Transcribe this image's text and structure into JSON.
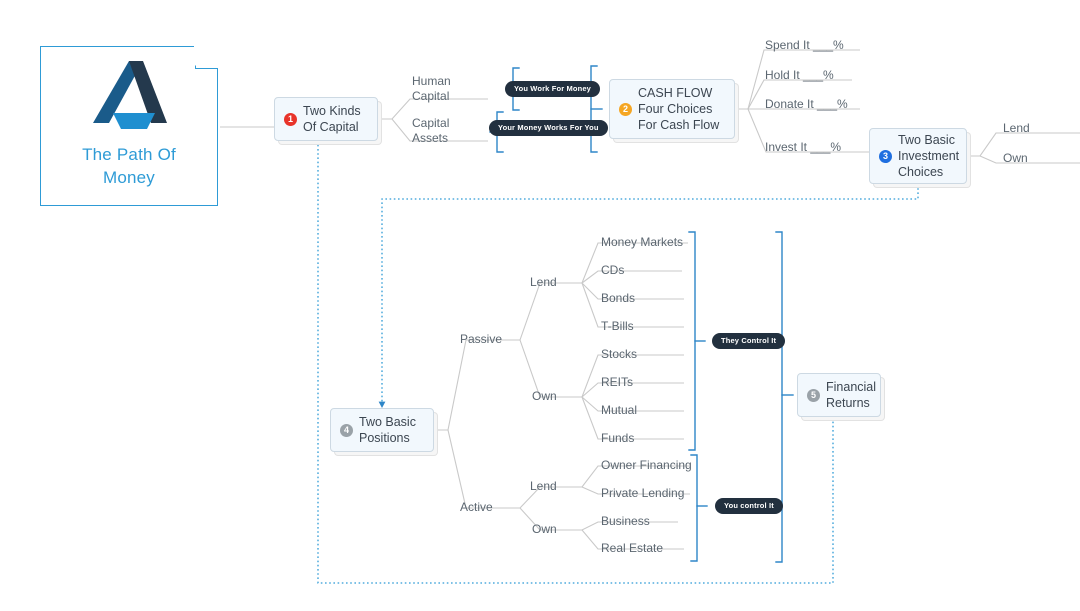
{
  "diagram": {
    "title": "The Path Of Money",
    "type": "mindmap",
    "colors": {
      "accent_blue": "#2e9bd6",
      "bracket_blue": "#2e86c8",
      "line_gray": "#c9c9c9",
      "text_gray": "#5b6670",
      "node_fill": "#f2f8fd",
      "node_border": "#cdd9e3",
      "chip_dark": "#22303f",
      "badge_red": "#e8342a",
      "badge_orange": "#f5a623",
      "badge_blue": "#1f6fe0",
      "badge_gray": "#9aa2a8",
      "logo_mid_blue": "#1a5b8a",
      "logo_navy": "#24394d",
      "logo_light_blue": "#1f8fd0"
    }
  },
  "root": {
    "title_line1": "The Path Of",
    "title_line2": "Money",
    "logo_name": "path-of-money-logo"
  },
  "nodes": {
    "two_kinds": {
      "number": "1",
      "badge_color": "#e8342a",
      "text": "Two Kinds\nOf Capital"
    },
    "cash_flow": {
      "number": "2",
      "badge_color": "#f5a623",
      "text": "CASH FLOW\nFour Choices\nFor Cash Flow"
    },
    "investment_choices": {
      "number": "3",
      "badge_color": "#1f6fe0",
      "text": "Two Basic\nInvestment\nChoices"
    },
    "two_positions": {
      "number": "4",
      "badge_color": "#9aa2a8",
      "text": "Two Basic\nPositions"
    },
    "financial_returns": {
      "number": "5",
      "badge_color": "#9aa2a8",
      "text": "Financial\nReturns"
    }
  },
  "capital": {
    "human": "Human\nCapital",
    "assets": "Capital\nAssets"
  },
  "chips": {
    "you_work": "You Work For Money",
    "money_works": "Your Money Works For You",
    "they_control": "They Control It",
    "you_control": "You control It"
  },
  "cash_choices": [
    "Spend It ___%",
    "Hold It ___%",
    "Donate It ___%",
    "Invest It ___%"
  ],
  "investment_options": [
    "Lend",
    "Own"
  ],
  "positions": {
    "passive": {
      "label": "Passive",
      "lend": {
        "label": "Lend",
        "items": [
          "Money Markets",
          "CDs",
          "Bonds",
          "T-Bills"
        ]
      },
      "own": {
        "label": "Own",
        "items": [
          "Stocks",
          "REITs",
          "Mutual",
          "Funds"
        ]
      }
    },
    "active": {
      "label": "Active",
      "lend": {
        "label": "Lend",
        "items": [
          "Owner Financing",
          "Private Lending"
        ]
      },
      "own": {
        "label": "Own",
        "items": [
          "Business",
          "Real Estate"
        ]
      }
    }
  }
}
